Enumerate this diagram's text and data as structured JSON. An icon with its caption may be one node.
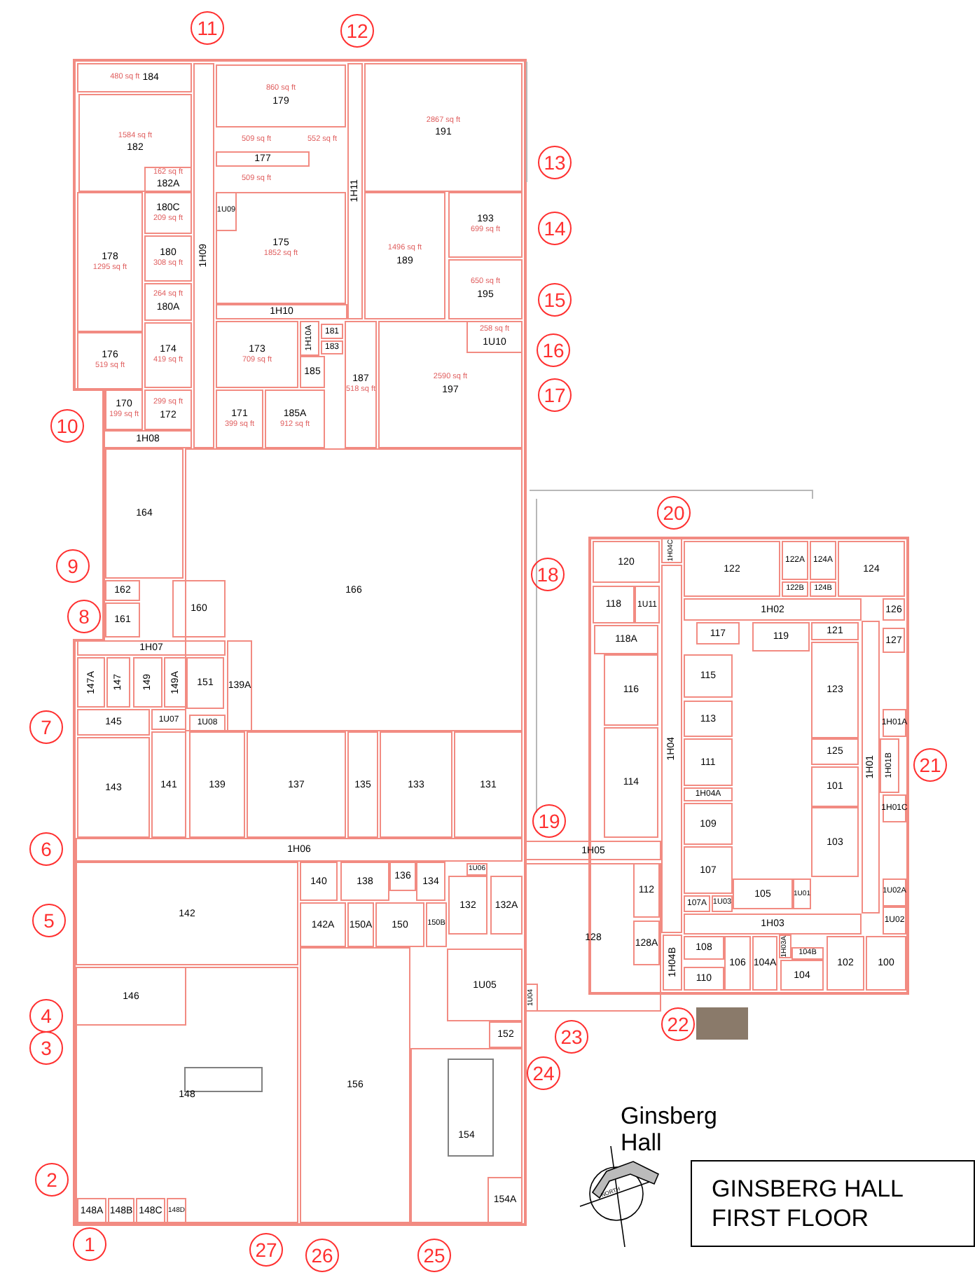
{
  "diagram": {
    "title": "GINSBERG HALL FIRST FLOOR",
    "nodes": [
      {
        "text": [
          "480 sq ft",
          "184"
        ]
      },
      {
        "text": [
          "1584 sq ft",
          "182"
        ]
      },
      {
        "text": [
          "1H09"
        ]
      },
      {
        "text": [
          "860 sq ft",
          "179"
        ]
      },
      {
        "text": [
          "177"
        ]
      },
      {
        "text": [
          "1H11"
        ]
      },
      {
        "text": [
          "2867 sq ft",
          "191"
        ]
      },
      {
        "text": [
          "162 sq ft",
          "182A"
        ],
        "in": 1
      },
      {
        "text": [
          "178",
          "1295 sq ft"
        ]
      },
      {
        "text": [
          "180C",
          "209 sq ft"
        ]
      },
      {
        "text": [
          "180",
          "308 sq ft"
        ]
      },
      {
        "text": [
          "264 sq ft",
          "180A"
        ]
      },
      {
        "text": [
          "176",
          "519 sq ft"
        ]
      },
      {
        "text": [
          "174",
          "419 sq ft"
        ]
      },
      {
        "text": [
          "170",
          "199 sq ft"
        ]
      },
      {
        "text": [
          "299 sq ft",
          "172"
        ]
      },
      {
        "text": [
          "1H08"
        ]
      },
      {
        "text": [
          "175",
          "1852 sq ft"
        ]
      },
      {
        "text": [
          "1U09"
        ],
        "in": 17
      },
      {
        "text": [
          "1H10"
        ]
      },
      {
        "text": [
          "1496 sq ft",
          "189"
        ]
      },
      {
        "text": [
          "193",
          "699 sq ft"
        ]
      },
      {
        "text": [
          "650 sq ft",
          "195"
        ]
      },
      {
        "text": [
          "173",
          "709 sq ft"
        ]
      },
      {
        "text": [
          "1H10A"
        ]
      },
      {
        "text": [
          "181"
        ]
      },
      {
        "text": [
          "183"
        ]
      },
      {
        "text": [
          "185"
        ]
      },
      {
        "text": [
          "187",
          "518 sq ft"
        ]
      },
      {
        "text": [
          "2590 sq ft",
          "197"
        ]
      },
      {
        "text": [
          "258 sq ft",
          "1U10"
        ],
        "in": 29
      },
      {
        "text": [
          "171",
          "399 sq ft"
        ]
      },
      {
        "text": [
          "185A",
          "912 sq ft"
        ]
      },
      {
        "text": [
          "164"
        ]
      },
      {
        "text": [
          "166"
        ]
      },
      {
        "text": [
          "162"
        ]
      },
      {
        "text": [
          "161"
        ]
      },
      {
        "text": [
          "160"
        ]
      },
      {
        "text": [
          "1H07"
        ]
      },
      {
        "text": [
          "139A"
        ],
        "in": 34
      },
      {
        "text": [
          "147A"
        ]
      },
      {
        "text": [
          "147"
        ]
      },
      {
        "text": [
          "149"
        ]
      },
      {
        "text": [
          "149A"
        ]
      },
      {
        "text": [
          "151"
        ],
        "in": 34
      },
      {
        "text": [
          "145"
        ]
      },
      {
        "text": [
          "1U07"
        ]
      },
      {
        "text": [
          "1U08"
        ],
        "in": 34
      },
      {
        "text": [
          "143"
        ]
      },
      {
        "text": [
          "141"
        ]
      },
      {
        "text": [
          "139"
        ]
      },
      {
        "text": [
          "137"
        ]
      },
      {
        "text": [
          "135"
        ]
      },
      {
        "text": [
          "133"
        ]
      },
      {
        "text": [
          "131"
        ]
      },
      {
        "text": [
          "1H06"
        ]
      },
      {
        "text": [
          "142"
        ]
      },
      {
        "text": [
          "148"
        ]
      },
      {
        "text": [
          "146"
        ],
        "in": 57
      },
      {
        "text": [
          "148A"
        ],
        "in": 57
      },
      {
        "text": [
          "148B"
        ],
        "in": 57
      },
      {
        "text": [
          "148C"
        ],
        "in": 57
      },
      {
        "text": [
          "148D"
        ],
        "in": 57
      },
      {
        "text": [
          "140"
        ]
      },
      {
        "text": [
          "138"
        ]
      },
      {
        "text": [
          "136"
        ]
      },
      {
        "text": [
          "134"
        ]
      },
      {
        "text": [
          "142A"
        ]
      },
      {
        "text": [
          "150A"
        ]
      },
      {
        "text": [
          "150"
        ]
      },
      {
        "text": [
          "150B"
        ]
      },
      {
        "text": [
          "1U06"
        ]
      },
      {
        "text": [
          "132"
        ]
      },
      {
        "text": [
          "132A"
        ]
      },
      {
        "text": [
          "1U05"
        ]
      },
      {
        "text": [
          "156"
        ]
      },
      {
        "text": [
          "152"
        ]
      },
      {
        "text": [
          "154"
        ]
      },
      {
        "text": [
          "154A"
        ],
        "in": 77
      },
      {
        "text": [
          "1H05"
        ]
      },
      {
        "text": [
          "128"
        ]
      },
      {
        "text": [
          "112"
        ],
        "in": 80
      },
      {
        "text": [
          "128A"
        ],
        "in": 80
      },
      {
        "text": [
          "1U04"
        ],
        "in": 80
      },
      {
        "text": [
          "120"
        ]
      },
      {
        "text": [
          "1H04C"
        ]
      },
      {
        "text": [
          "122"
        ]
      },
      {
        "text": [
          "122A"
        ]
      },
      {
        "text": [
          "124A"
        ]
      },
      {
        "text": [
          "124"
        ]
      },
      {
        "text": [
          "122B"
        ]
      },
      {
        "text": [
          "124B"
        ]
      },
      {
        "text": [
          "118"
        ]
      },
      {
        "text": [
          "1U11"
        ]
      },
      {
        "text": [
          "118A"
        ]
      },
      {
        "text": [
          "1H02"
        ]
      },
      {
        "text": [
          "126"
        ]
      },
      {
        "text": [
          "127"
        ]
      },
      {
        "text": [
          "117"
        ]
      },
      {
        "text": [
          "119"
        ]
      },
      {
        "text": [
          "121"
        ]
      },
      {
        "text": [
          "116"
        ]
      },
      {
        "text": [
          "115"
        ]
      },
      {
        "text": [
          "123"
        ]
      },
      {
        "text": [
          "113"
        ]
      },
      {
        "text": [
          "1H04"
        ]
      },
      {
        "text": [
          "114"
        ]
      },
      {
        "text": [
          "111"
        ]
      },
      {
        "text": [
          "125"
        ]
      },
      {
        "text": [
          "101"
        ]
      },
      {
        "text": [
          "1H01"
        ]
      },
      {
        "text": [
          "1H01A"
        ]
      },
      {
        "text": [
          "1H01B"
        ]
      },
      {
        "text": [
          "1H01C"
        ]
      },
      {
        "text": [
          "1H04A"
        ]
      },
      {
        "text": [
          "109"
        ]
      },
      {
        "text": [
          "103"
        ]
      },
      {
        "text": [
          "107"
        ]
      },
      {
        "text": [
          "107A"
        ]
      },
      {
        "text": [
          "1U03"
        ]
      },
      {
        "text": [
          "105"
        ]
      },
      {
        "text": [
          "1U01"
        ]
      },
      {
        "text": [
          "1U02A"
        ]
      },
      {
        "text": [
          "1H03"
        ]
      },
      {
        "text": [
          "1U02"
        ]
      },
      {
        "text": [
          "1H04B"
        ]
      },
      {
        "text": [
          "108"
        ]
      },
      {
        "text": [
          "1H03A"
        ]
      },
      {
        "text": [
          "104B"
        ]
      },
      {
        "text": [
          "106"
        ]
      },
      {
        "text": [
          "104A"
        ]
      },
      {
        "text": [
          "110"
        ]
      },
      {
        "text": [
          "104"
        ]
      },
      {
        "text": [
          "102"
        ]
      },
      {
        "text": [
          "100"
        ]
      }
    ],
    "labels": [
      "11",
      "12",
      "509 sq ft",
      "552 sq ft",
      "509 sq ft",
      "13",
      "14",
      "15",
      "16",
      "17",
      "10",
      "20",
      "9",
      "18",
      "8",
      "7",
      "21",
      "19",
      "6",
      "5",
      "4",
      "22",
      "3",
      "23",
      "24",
      "Ginsberg Hall",
      "NORTH",
      "2",
      "1",
      "27",
      "26",
      "25"
    ]
  }
}
